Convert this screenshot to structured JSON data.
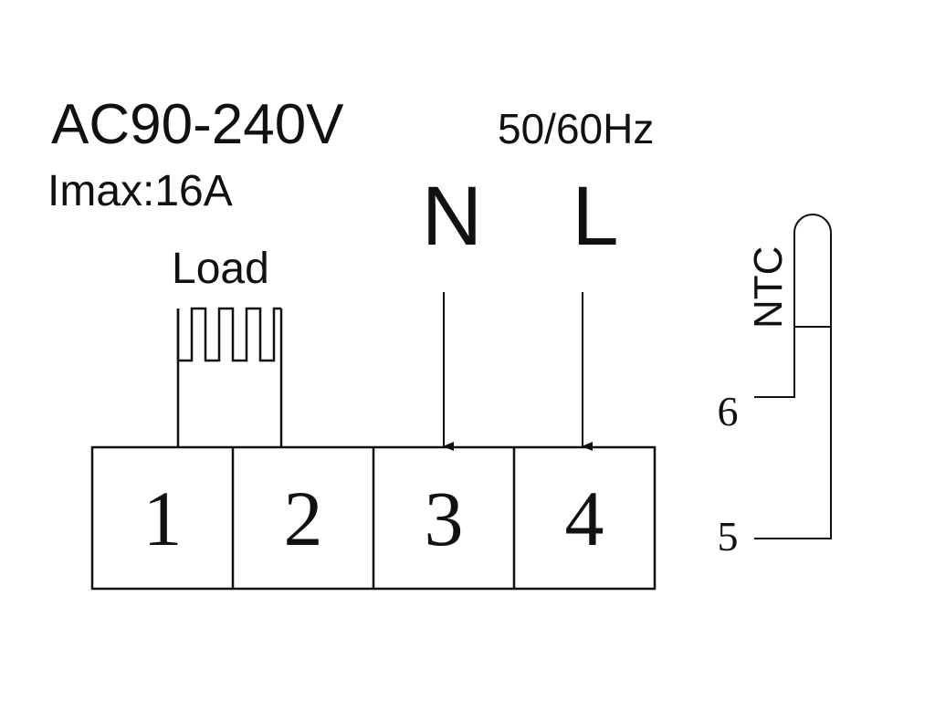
{
  "supply": {
    "voltage": "AC90-240V",
    "frequency": "50/60Hz",
    "current": "Imax:16A"
  },
  "load": {
    "label": "Load"
  },
  "inputs": {
    "neutral": "N",
    "live": "L"
  },
  "sensor": {
    "label": "NTC",
    "terminal_top": "6",
    "terminal_bottom": "5"
  },
  "terminals": [
    "1",
    "2",
    "3",
    "4"
  ],
  "colors": {
    "ink": "#111111",
    "background": "#ffffff"
  }
}
